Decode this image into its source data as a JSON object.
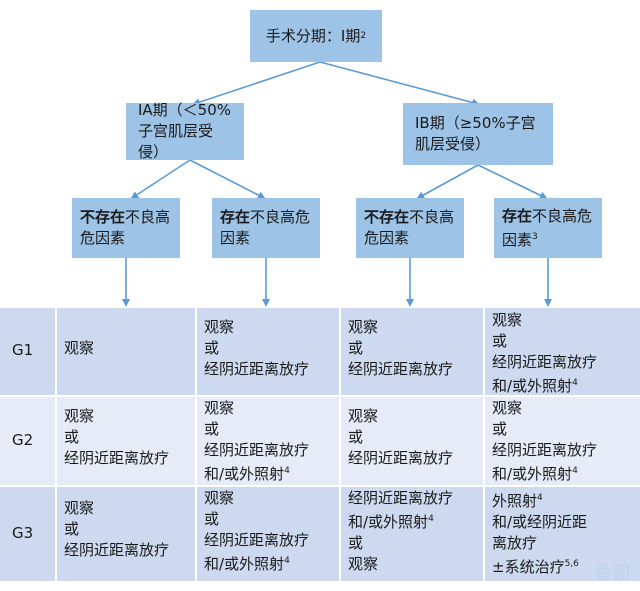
{
  "root": {
    "text": "手术分期：I期",
    "sup": "2"
  },
  "branches": [
    {
      "text": "IA期（＜50%子宫肌层受侵）"
    },
    {
      "text": "IB期（≥50%子宫肌层受侵）"
    }
  ],
  "leaves": [
    {
      "bold": "不存在",
      "rest": "不良高危因素",
      "sup": ""
    },
    {
      "bold": "存在",
      "rest": "不良高危因素",
      "sup": ""
    },
    {
      "bold": "不存在",
      "rest": "不良高危因素",
      "sup": ""
    },
    {
      "bold": "存在",
      "rest": "不良高危因素",
      "sup": "3"
    }
  ],
  "rows": [
    {
      "label": "G1",
      "cells": [
        {
          "lines": [
            "观察"
          ]
        },
        {
          "lines": [
            "观察",
            "或",
            "经阴近距离放疗"
          ]
        },
        {
          "lines": [
            "观察",
            "或",
            "经阴近距离放疗"
          ]
        },
        {
          "lines": [
            "观察",
            "或",
            "经阴近距离放疗",
            "和/或外照射"
          ],
          "sup_line": 3,
          "sup": "4"
        }
      ]
    },
    {
      "label": "G2",
      "cells": [
        {
          "lines": [
            "观察",
            "或",
            "经阴近距离放疗"
          ]
        },
        {
          "lines": [
            "观察",
            "或",
            "经阴近距离放疗",
            "和/或外照射"
          ],
          "sup_line": 3,
          "sup": "4"
        },
        {
          "lines": [
            "观察",
            "或",
            "经阴近距离放疗"
          ]
        },
        {
          "lines": [
            "观察",
            "或",
            "经阴近距离放疗",
            "和/或外照射"
          ],
          "sup_line": 3,
          "sup": "4"
        }
      ]
    },
    {
      "label": "G3",
      "cells": [
        {
          "lines": [
            "观察",
            "或",
            "经阴近距离放疗"
          ]
        },
        {
          "lines": [
            "观察",
            "或",
            "经阴近距离放疗",
            "和/或外照射"
          ],
          "sup_line": 3,
          "sup": "4"
        },
        {
          "lines": [
            "经阴近距离放疗",
            "和/或外照射",
            "或",
            "观察"
          ],
          "sup_line": 1,
          "sup": "4"
        },
        {
          "lines": [
            "外照射",
            "和/或经阴近距",
            "离放疗",
            "±系统治疗"
          ],
          "sup_line": 0,
          "sup": "4",
          "sup_line2": 3,
          "sup2": "5,6"
        }
      ]
    }
  ],
  "watermark": "香园",
  "colors": {
    "box": "#9dc3e6",
    "arrow": "#5b9bd5",
    "band": "#ccd9ee",
    "band_alt": "#e6ecf7"
  }
}
